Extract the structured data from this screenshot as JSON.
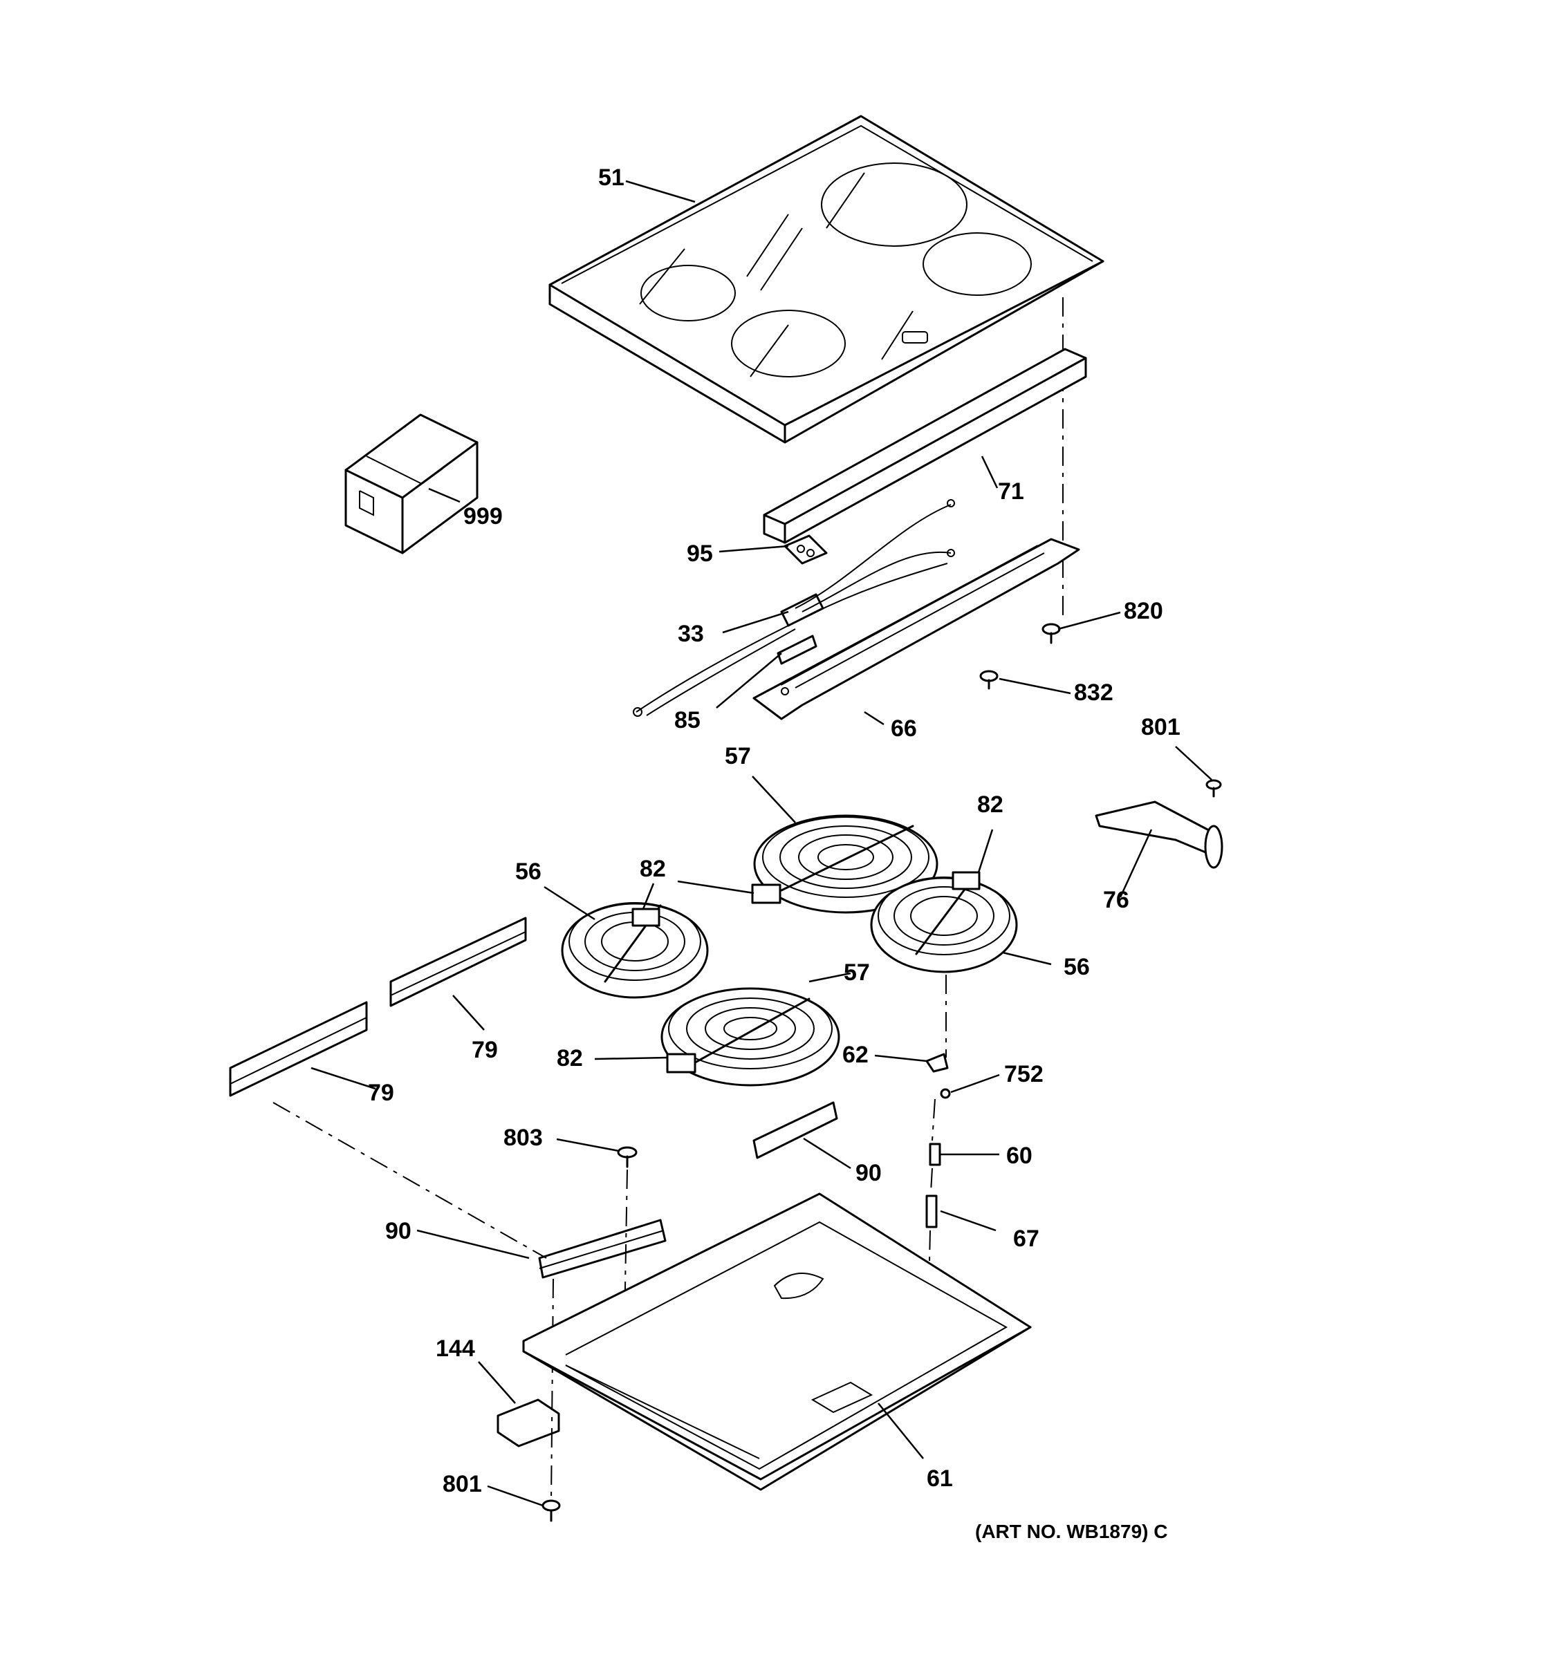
{
  "art_number": "(ART NO. WB1879) C",
  "parts": [
    {
      "id": "p51",
      "label": "51"
    },
    {
      "id": "p71",
      "label": "71"
    },
    {
      "id": "p999",
      "label": "999"
    },
    {
      "id": "p95",
      "label": "95"
    },
    {
      "id": "p820",
      "label": "820"
    },
    {
      "id": "p33",
      "label": "33"
    },
    {
      "id": "p832",
      "label": "832"
    },
    {
      "id": "p85",
      "label": "85"
    },
    {
      "id": "p66",
      "label": "66"
    },
    {
      "id": "p801a",
      "label": "801"
    },
    {
      "id": "p57a",
      "label": "57"
    },
    {
      "id": "p82a",
      "label": "82"
    },
    {
      "id": "p56a",
      "label": "56"
    },
    {
      "id": "p82b",
      "label": "82"
    },
    {
      "id": "p76",
      "label": "76"
    },
    {
      "id": "p56b",
      "label": "56"
    },
    {
      "id": "p57b",
      "label": "57"
    },
    {
      "id": "p79a",
      "label": "79"
    },
    {
      "id": "p82c",
      "label": "82"
    },
    {
      "id": "p62",
      "label": "62"
    },
    {
      "id": "p752",
      "label": "752"
    },
    {
      "id": "p79b",
      "label": "79"
    },
    {
      "id": "p803",
      "label": "803"
    },
    {
      "id": "p90a",
      "label": "90"
    },
    {
      "id": "p60",
      "label": "60"
    },
    {
      "id": "p67",
      "label": "67"
    },
    {
      "id": "p90b",
      "label": "90"
    },
    {
      "id": "p144",
      "label": "144"
    },
    {
      "id": "p61",
      "label": "61"
    },
    {
      "id": "p801b",
      "label": "801"
    }
  ]
}
